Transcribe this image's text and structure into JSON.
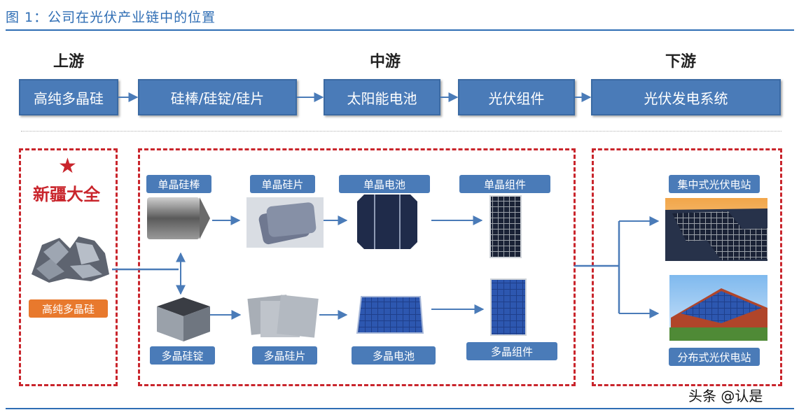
{
  "figure_title": "图 1：公司在光伏产业链中的位置",
  "stages": {
    "upstream": "上游",
    "midstream": "中游",
    "downstream": "下游"
  },
  "chain": [
    "高纯多晶硅",
    "硅棒/硅锭/硅片",
    "太阳能电池",
    "光伏组件",
    "光伏发电系统"
  ],
  "left_panel": {
    "brand": "新疆大全",
    "product_label": "高纯多晶硅"
  },
  "mono_row": [
    "单晶硅棒",
    "单晶硅片",
    "单晶电池",
    "单晶组件"
  ],
  "poly_row": [
    "多晶硅锭",
    "多晶硅片",
    "多晶电池",
    "多晶组件"
  ],
  "right_panel": {
    "top_label": "集中式光伏电站",
    "bottom_label": "分布式光伏电站"
  },
  "watermark": "头条 @认是",
  "colors": {
    "blue": "#4a7bb8",
    "red": "#c9252c",
    "orange": "#e8792d",
    "title_blue": "#2e6db4"
  },
  "icons": {
    "brand_star": "star-icon"
  }
}
